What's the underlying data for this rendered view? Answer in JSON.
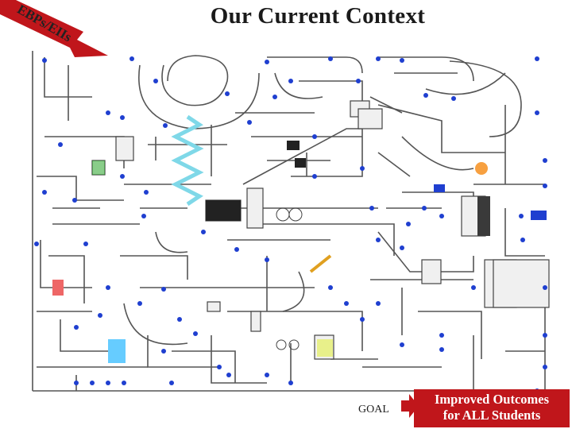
{
  "title": "Our Current Context",
  "corner_label": "EBPs/EIIs",
  "goal_label": "GOAL",
  "outcome": {
    "line1": "Improved Outcomes",
    "line2": "for ALL Students"
  },
  "colors": {
    "accent_red": "#c0161b",
    "node_blue": "#1f3fd0",
    "line": "#555555"
  }
}
